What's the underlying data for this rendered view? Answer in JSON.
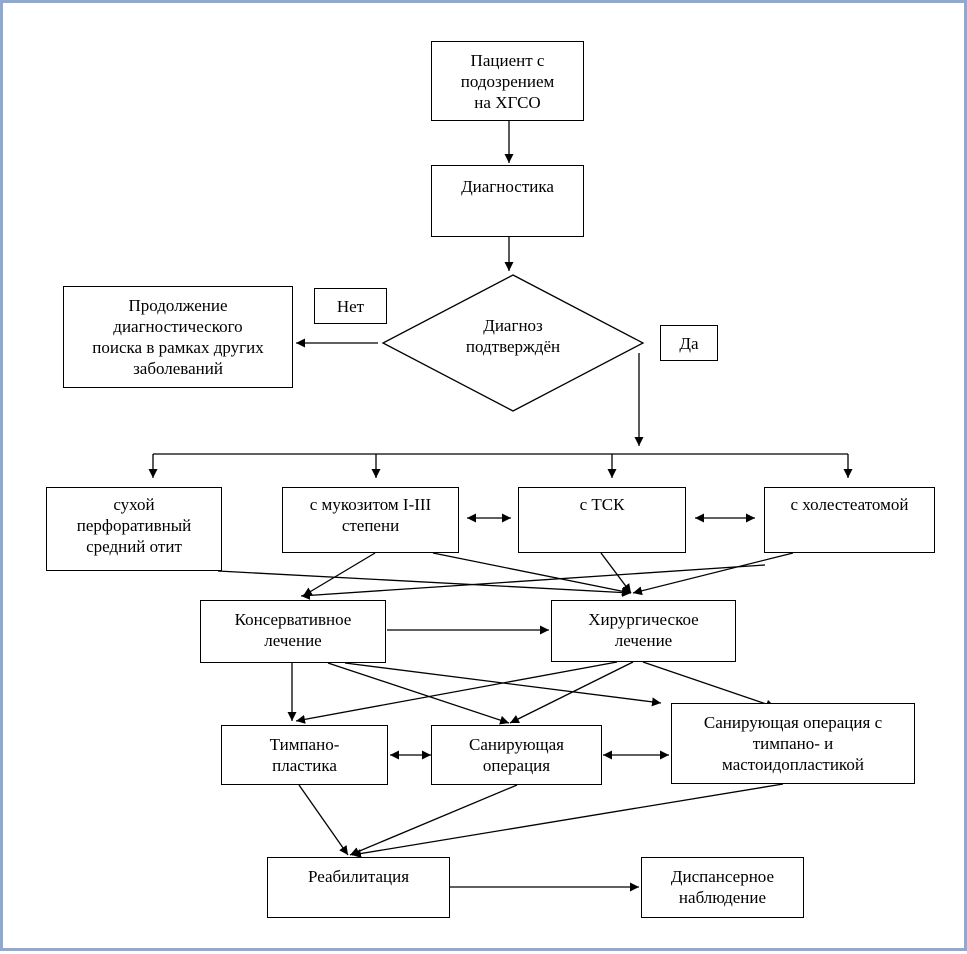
{
  "nodes": {
    "patient": "Пациент с\nподозрением\nна ХГСО",
    "diagnostics": "Диагностика",
    "decision": "Диагноз\nподтверждён",
    "other_search": "Продолжение\nдиагностического\nпоиска в рамках других\nзаболеваний",
    "dry": "сухой\nперфоративный\nсредний отит",
    "mucositis": "с мукозитом I-III\nстепени",
    "tsk": "с ТСК",
    "cholesteatoma": "с холестеатомой",
    "conservative": "Консервативное\nлечение",
    "surgical": "Хирургическое\nлечение",
    "tympanoplasty": "Тимпано-\nпластика",
    "sanitizing": "Санирующая\nоперация",
    "sanitizing_mastoid": "Санирующая операция с\nтимпано- и\nмастоидопластикой",
    "rehabilitation": "Реабилитация",
    "dispensary": "Диспансерное\nнаблюдение"
  },
  "edge_labels": {
    "no": "Нет",
    "yes": "Да"
  },
  "colors": {
    "frame_border": "#8eaad4",
    "line": "#000000"
  }
}
